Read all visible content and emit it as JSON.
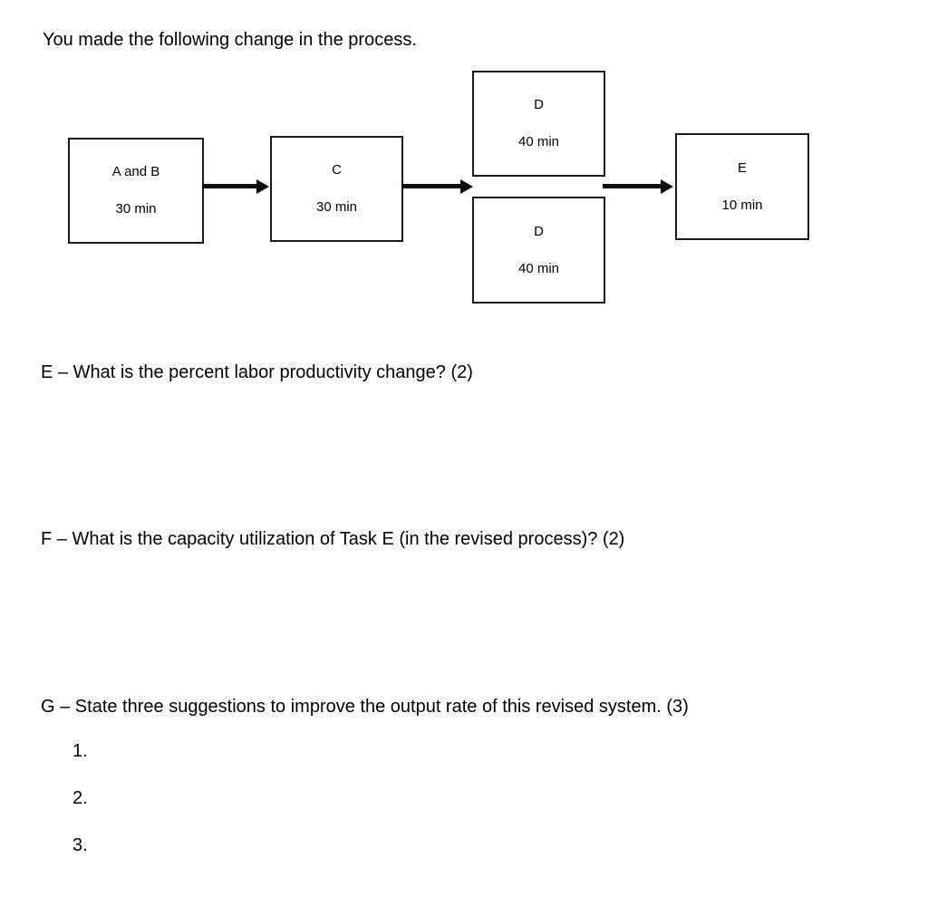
{
  "document": {
    "intro": "You made the following change in the process."
  },
  "diagram": {
    "boxes": [
      {
        "name": "A and B",
        "duration": "30 min"
      },
      {
        "name": "C",
        "duration": "30 min"
      },
      {
        "name": "D",
        "duration": "40 min"
      },
      {
        "name": "D",
        "duration": "40 min"
      },
      {
        "name": "E",
        "duration": "10 min"
      }
    ],
    "arrows": [
      "A and B to C",
      "C to parallel D tasks",
      "parallel D tasks to E"
    ]
  },
  "questions": [
    {
      "label": "E",
      "text": "E – What is the percent labor productivity change? (2)"
    },
    {
      "label": "F",
      "text": "F – What is the capacity utilization of Task E (in the revised process)? (2)"
    },
    {
      "label": "G",
      "text": "G – State three suggestions to improve the output rate of this revised system. (3)"
    }
  ],
  "answer_list": [
    "1.",
    "2.",
    "3."
  ],
  "colors": {
    "background": "#ffffff",
    "text": "#000000",
    "box_border": "#1a1a1a",
    "arrow": "#0d0d0d"
  }
}
